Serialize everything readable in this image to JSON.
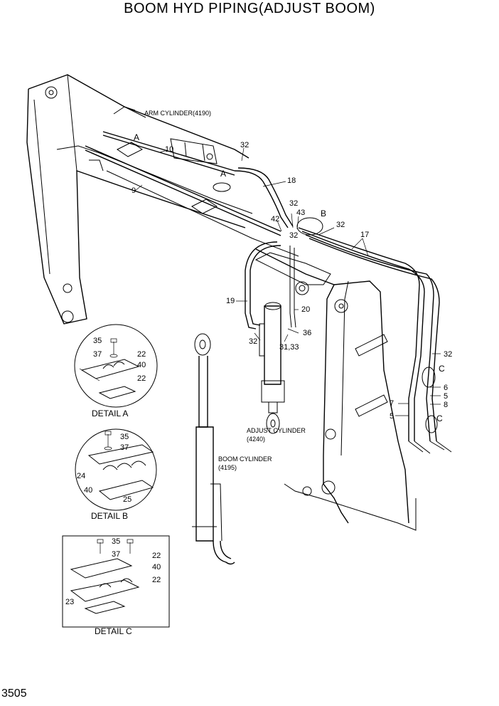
{
  "title": "BOOM HYD PIPING(ADJUST BOOM)",
  "page_number": "3505",
  "callouts": {
    "arm_cylinder": "ARM CYLINDER(4190)",
    "adjust_cylinder_1": "ADJUST CYLINDER",
    "adjust_cylinder_2": "(4240)",
    "boom_cylinder_1": "BOOM CYLINDER",
    "boom_cylinder_2": "(4195)"
  },
  "parts": {
    "p10": "10",
    "p9": "9",
    "p32a": "32",
    "p18": "18",
    "p32b": "32",
    "p43": "43",
    "p42": "42",
    "p32c": "32",
    "p32d": "32",
    "p17": "17",
    "p19": "19",
    "p20": "20",
    "p36": "36",
    "p32e": "32",
    "p3133": "31,33",
    "p32f": "32",
    "p6": "6",
    "p5a": "5",
    "p8": "8",
    "p7": "7",
    "p5b": "5",
    "refA1": "A",
    "refA2": "A",
    "refB": "B",
    "refC1": "C",
    "refC2": "C"
  },
  "details": {
    "a": {
      "caption": "DETAIL  A",
      "labels": [
        "35",
        "37",
        "22",
        "40",
        "22"
      ]
    },
    "b": {
      "caption": "DETAIL  B",
      "labels": [
        "35",
        "37",
        "24",
        "40",
        "25"
      ]
    },
    "c": {
      "caption": "DETAIL  C",
      "labels": [
        "35",
        "37",
        "22",
        "40",
        "22",
        "23"
      ]
    }
  }
}
